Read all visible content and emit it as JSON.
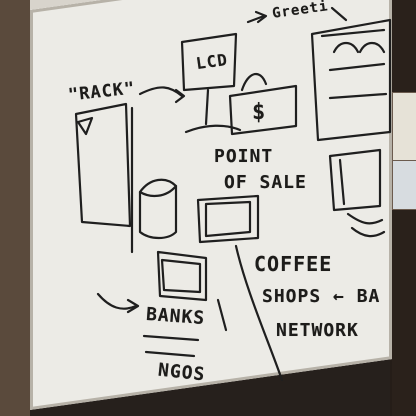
{
  "whiteboard": {
    "labels": {
      "rack": "\"RACK\"",
      "greeter": "Greeti",
      "point_of_sale_line1": "POINT",
      "point_of_sale_line2": "OF SALE",
      "coffee": "COFFEE",
      "shops": "SHOPS ← BA",
      "network": "NETWORK",
      "banks": "BANKS",
      "ngos": "NGOS",
      "lcd": "LCD",
      "dollar": "$"
    }
  }
}
